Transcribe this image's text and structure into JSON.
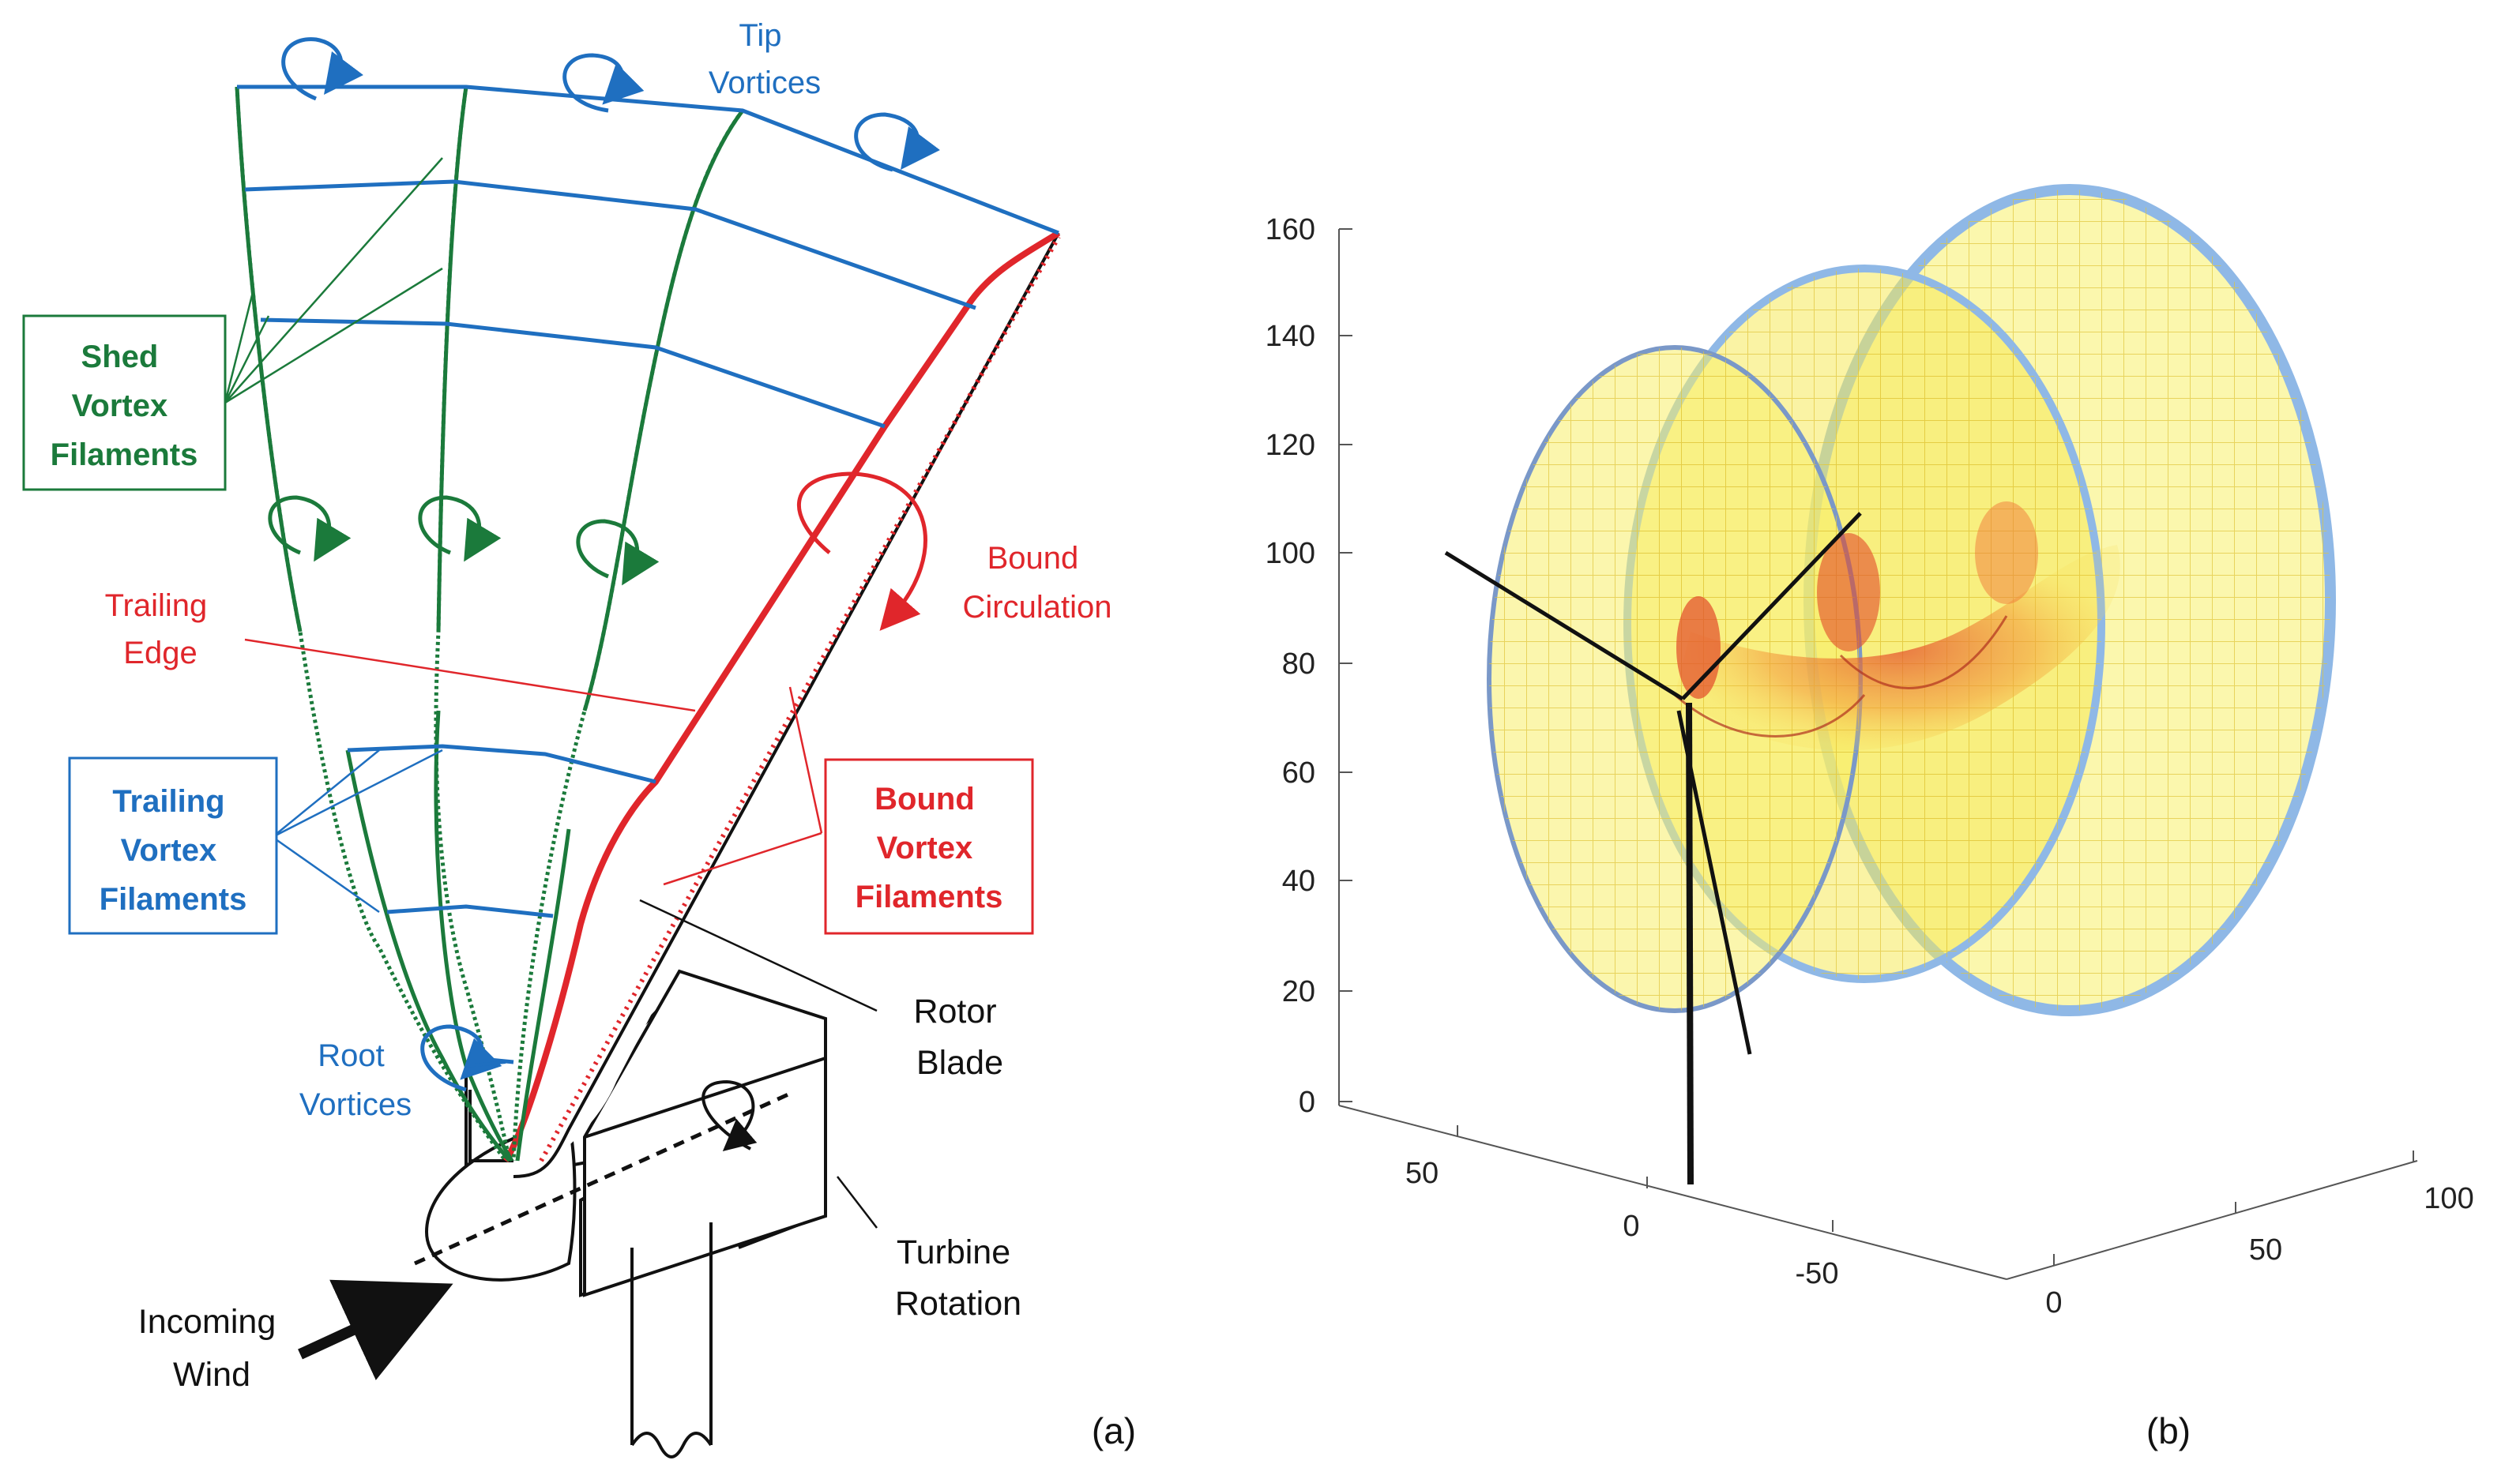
{
  "panel_a": {
    "tip_vortices": [
      "Tip",
      "Vortices"
    ],
    "shed_vortex_filaments": [
      "Shed",
      "Vortex",
      "Filaments"
    ],
    "trailing_edge": [
      "Trailing",
      "Edge"
    ],
    "bound_circulation": [
      "Bound",
      "Circulation"
    ],
    "trailing_vortex_filaments": [
      "Trailing",
      "Vortex",
      "Filaments"
    ],
    "bound_vortex_filaments": [
      "Bound",
      "Vortex",
      "Filaments"
    ],
    "rotor_blade": [
      "Rotor",
      "Blade"
    ],
    "root_vortices": [
      "Root",
      "Vortices"
    ],
    "turbine_rotation": [
      "Turbine",
      "Rotation"
    ],
    "incoming_wind": [
      "Incoming",
      "Wind"
    ],
    "panel_label": "(a)"
  },
  "panel_b": {
    "z_ticks": [
      "160",
      "140",
      "120",
      "100",
      "80",
      "60",
      "40",
      "20",
      "0"
    ],
    "y_ticks": [
      "50",
      "0",
      "-50"
    ],
    "x_ticks": [
      "0",
      "50",
      "100"
    ],
    "panel_label": "(b)"
  },
  "colors": {
    "green": "#1b7a3b",
    "blue": "#1f6fc0",
    "red": "#e0262b",
    "wake_yellow": "#f7f06a",
    "wake_edge": "#8fb8e6"
  }
}
